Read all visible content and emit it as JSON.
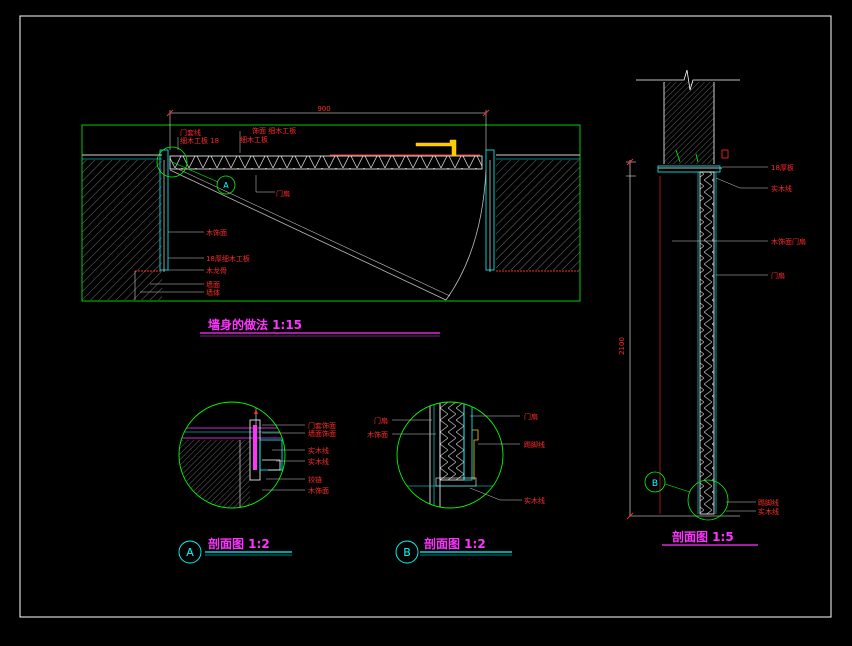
{
  "colors": {
    "background": "#000000",
    "frame": "#ffffff",
    "title": "#ff33ff",
    "label": "#ff2a2a",
    "outline": "#00ff00",
    "section": "#00ffff",
    "hatch": "#8a8a8a"
  },
  "plan": {
    "title": "墙身的做法 1:15",
    "width_dim": "900",
    "labels": {
      "left_top1": "门套线",
      "left_top2": "细木工板 18",
      "top1": "饰面 细木工板",
      "top2": "细木工板",
      "door_leaf": "门扇",
      "left1": "木饰面",
      "left2": "18厚细木工板",
      "left3": "木龙骨",
      "left4": "墙面",
      "left5": "墙体"
    },
    "marker": "A"
  },
  "detail_a": {
    "caption": "剖面图 1:2",
    "circle_label": "A",
    "labels": [
      "门套饰面",
      "墙面饰面",
      "实木线",
      "实木线",
      "铰链",
      "木饰面"
    ]
  },
  "detail_b": {
    "caption": "剖面图 1:2",
    "circle_label": "B",
    "labels": [
      "门扇",
      "木饰面",
      "门扇",
      "踢脚线",
      "实木线"
    ]
  },
  "section": {
    "title": "剖面图 1:5",
    "height_dim": "2100",
    "marker": "B",
    "labels": [
      "18厚板",
      "实木线",
      "木饰面门扇",
      "门扇",
      "踢脚线",
      "实木线"
    ]
  }
}
